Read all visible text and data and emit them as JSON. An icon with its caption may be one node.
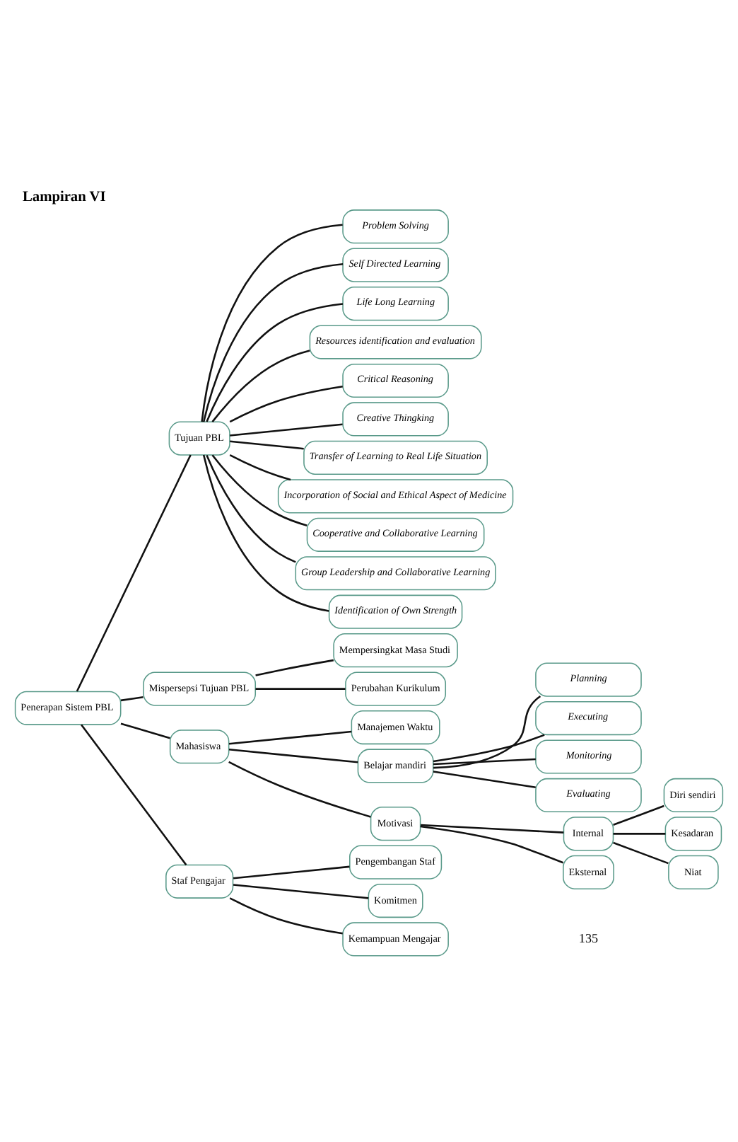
{
  "diagram": {
    "title": "Lampiran VI",
    "nodes": [
      {
        "text": [
          "Penerapan Sistem PBL"
        ]
      },
      {
        "text": [
          "Tujuan PBL"
        ]
      },
      {
        "text": [
          "Problem Solving"
        ]
      },
      {
        "text": [
          "Self Directed Learning"
        ]
      },
      {
        "text": [
          "Life Long Learning"
        ]
      },
      {
        "text": [
          "Resources identification and evaluation"
        ]
      },
      {
        "text": [
          "Critical Reasoning"
        ]
      },
      {
        "text": [
          "Creative Thingking"
        ]
      },
      {
        "text": [
          "Transfer of Learning to Real Life Situation"
        ]
      },
      {
        "text": [
          "Incorporation of Social and Ethical Aspect of Medicine"
        ]
      },
      {
        "text": [
          "Cooperative and Collaborative Learning"
        ]
      },
      {
        "text": [
          "Group Leadership and Collaborative Learning"
        ]
      },
      {
        "text": [
          "Identification of Own Strength"
        ]
      },
      {
        "text": [
          "Mispersepsi Tujuan PBL"
        ]
      },
      {
        "text": [
          "Mempersingkat Masa Studi"
        ]
      },
      {
        "text": [
          "Perubahan Kurikulum"
        ]
      },
      {
        "text": [
          "Mahasiswa"
        ]
      },
      {
        "text": [
          "Manajemen Waktu"
        ]
      },
      {
        "text": [
          "Belajar mandiri"
        ]
      },
      {
        "text": [
          "Planning"
        ]
      },
      {
        "text": [
          "Executing"
        ]
      },
      {
        "text": [
          "Monitoring"
        ]
      },
      {
        "text": [
          "Evaluating"
        ]
      },
      {
        "text": [
          "Motivasi"
        ]
      },
      {
        "text": [
          "Internal"
        ]
      },
      {
        "text": [
          "Eksternal"
        ]
      },
      {
        "text": [
          "Diri sendiri"
        ]
      },
      {
        "text": [
          "Kesadaran"
        ]
      },
      {
        "text": [
          "Niat"
        ]
      },
      {
        "text": [
          "Staf Pengajar"
        ]
      },
      {
        "text": [
          "Pengembangan Staf"
        ]
      },
      {
        "text": [
          "Komitmen"
        ]
      },
      {
        "text": [
          "Kemampuan Mengajar"
        ]
      }
    ],
    "edges": [
      {
        "from": 0,
        "to": 1,
        "arrow": "none"
      },
      {
        "from": 1,
        "to": 2,
        "arrow": "none"
      },
      {
        "from": 1,
        "to": 3,
        "arrow": "none"
      },
      {
        "from": 1,
        "to": 4,
        "arrow": "none"
      },
      {
        "from": 1,
        "to": 5,
        "arrow": "none"
      },
      {
        "from": 1,
        "to": 6,
        "arrow": "none"
      },
      {
        "from": 1,
        "to": 7,
        "arrow": "none"
      },
      {
        "from": 1,
        "to": 8,
        "arrow": "none"
      },
      {
        "from": 1,
        "to": 9,
        "arrow": "none"
      },
      {
        "from": 1,
        "to": 10,
        "arrow": "none"
      },
      {
        "from": 1,
        "to": 11,
        "arrow": "none"
      },
      {
        "from": 1,
        "to": 12,
        "arrow": "none"
      },
      {
        "from": 0,
        "to": 13,
        "arrow": "none"
      },
      {
        "from": 13,
        "to": 14,
        "arrow": "none"
      },
      {
        "from": 13,
        "to": 15,
        "arrow": "none"
      },
      {
        "from": 0,
        "to": 16,
        "arrow": "none"
      },
      {
        "from": 16,
        "to": 17,
        "arrow": "none"
      },
      {
        "from": 16,
        "to": 18,
        "arrow": "none"
      },
      {
        "from": 18,
        "to": 19,
        "arrow": "none"
      },
      {
        "from": 18,
        "to": 20,
        "arrow": "none"
      },
      {
        "from": 18,
        "to": 21,
        "arrow": "none"
      },
      {
        "from": 18,
        "to": 22,
        "arrow": "none"
      },
      {
        "from": 16,
        "to": 23,
        "arrow": "none"
      },
      {
        "from": 23,
        "to": 24,
        "arrow": "none"
      },
      {
        "from": 23,
        "to": 25,
        "arrow": "none"
      },
      {
        "from": 24,
        "to": 26,
        "arrow": "none"
      },
      {
        "from": 24,
        "to": 27,
        "arrow": "none"
      },
      {
        "from": 24,
        "to": 28,
        "arrow": "none"
      },
      {
        "from": 0,
        "to": 29,
        "arrow": "none"
      },
      {
        "from": 29,
        "to": 30,
        "arrow": "none"
      },
      {
        "from": 29,
        "to": 31,
        "arrow": "none"
      },
      {
        "from": 29,
        "to": 32,
        "arrow": "none"
      }
    ],
    "labels": [
      "135"
    ]
  }
}
